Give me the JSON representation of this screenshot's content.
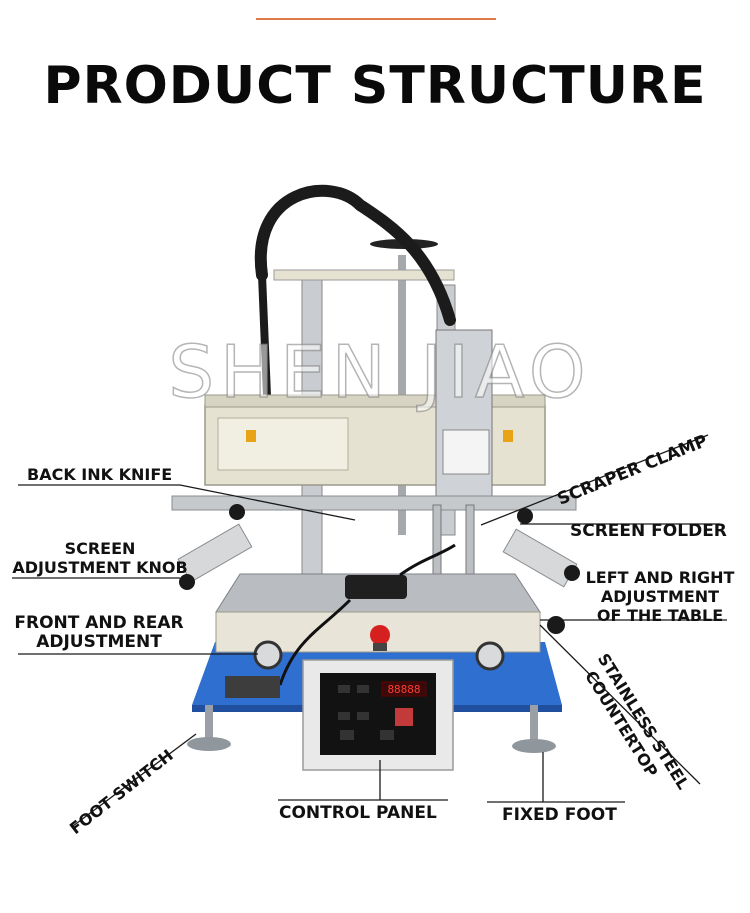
{
  "title": "PRODUCT STRUCTURE",
  "watermark": "SHEN JIAO",
  "labels": {
    "back_ink_knife": "BACK INK KNIFE",
    "scraper_clamp": "SCRAPER CLAMP",
    "screen_folder": "SCREEN FOLDER",
    "screen_adjustment_knob_1": "SCREEN",
    "screen_adjustment_knob_2": "ADJUSTMENT KNOB",
    "table_adjustment_1": "LEFT AND RIGHT",
    "table_adjustment_2": "ADJUSTMENT",
    "table_adjustment_3": "OF THE TABLE",
    "front_rear_1": "FRONT AND REAR",
    "front_rear_2": "ADJUSTMENT",
    "stainless_1": "STAINLESS STEEL",
    "stainless_2": "COUNTERTOP",
    "foot_switch": "FOOT SWITCH",
    "control_panel": "CONTROL PANEL",
    "fixed_foot": "FIXED FOOT"
  },
  "colors": {
    "accent_rule": "#e07a4a",
    "base_blue": "#2f6fd0",
    "frame_beige": "#e6e2d2",
    "steel": "#b9bcc0"
  }
}
